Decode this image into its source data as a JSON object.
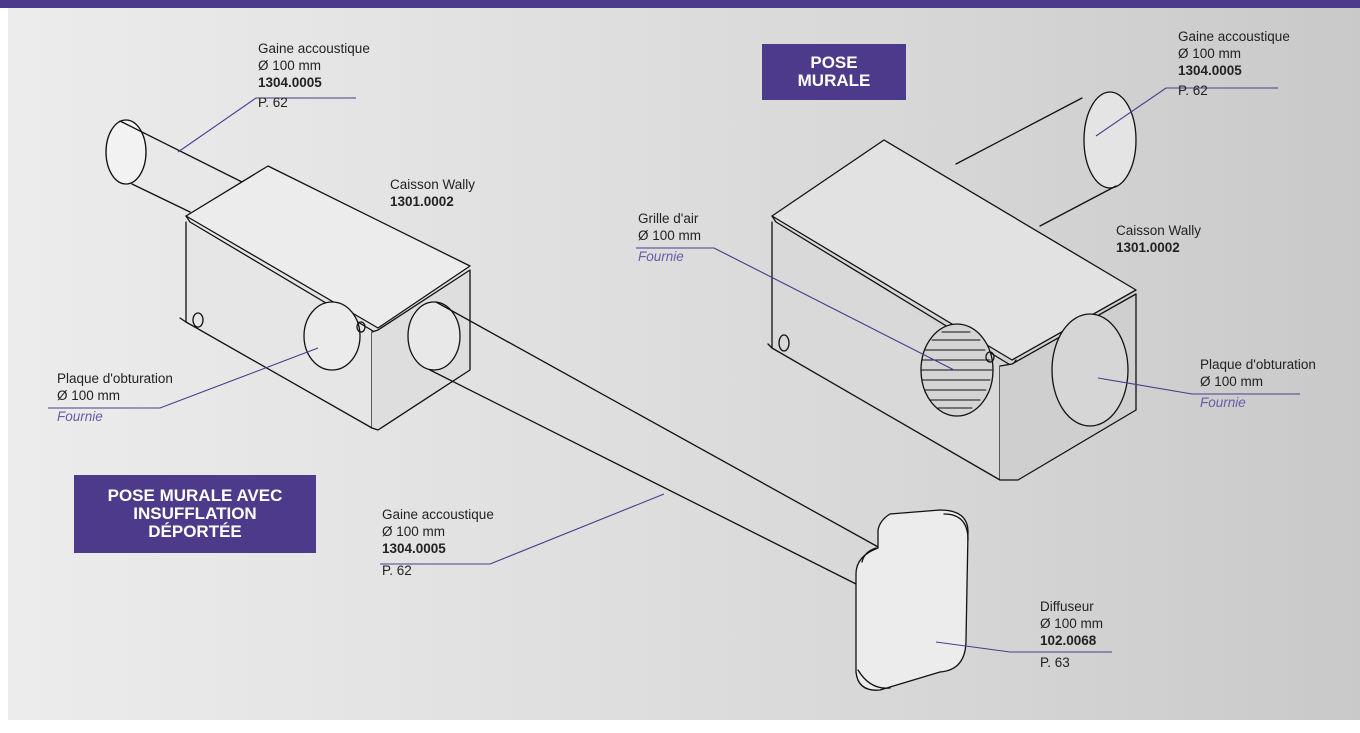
{
  "badges": {
    "left": [
      "POSE MURALE AVEC",
      "INSUFFLATION",
      "DÉPORTÉE"
    ],
    "right": [
      "POSE",
      "MURALE"
    ]
  },
  "labels": {
    "left_gaine_top": {
      "name": "Gaine accoustique",
      "size": "Ø 100 mm",
      "ref": "1304.0005",
      "page": "P. 62"
    },
    "left_caisson": {
      "name": "Caisson Wally",
      "ref": "1301.0002"
    },
    "left_plaque": {
      "name": "Plaque d'obturation",
      "size": "Ø 100 mm",
      "note": "Fournie"
    },
    "center_gaine": {
      "name": "Gaine accoustique",
      "size": "Ø 100 mm",
      "ref": "1304.0005",
      "page": "P. 62"
    },
    "diffuseur": {
      "name": "Diffuseur",
      "size": "Ø 100 mm",
      "ref": "102.0068",
      "page": "P. 63"
    },
    "right_gaine_top": {
      "name": "Gaine accoustique",
      "size": "Ø 100 mm",
      "ref": "1304.0005",
      "page": "P. 62"
    },
    "right_grille": {
      "name": "Grille d'air",
      "size": "Ø 100 mm",
      "note": "Fournie"
    },
    "right_caisson": {
      "name": "Caisson Wally",
      "ref": "1301.0002"
    },
    "right_plaque": {
      "name": "Plaque d'obturation",
      "size": "Ø 100 mm",
      "note": "Fournie"
    }
  },
  "colors": {
    "accent": "#4e3a8a",
    "leader": "#4e3a8a",
    "note": "#6a5aa8"
  }
}
